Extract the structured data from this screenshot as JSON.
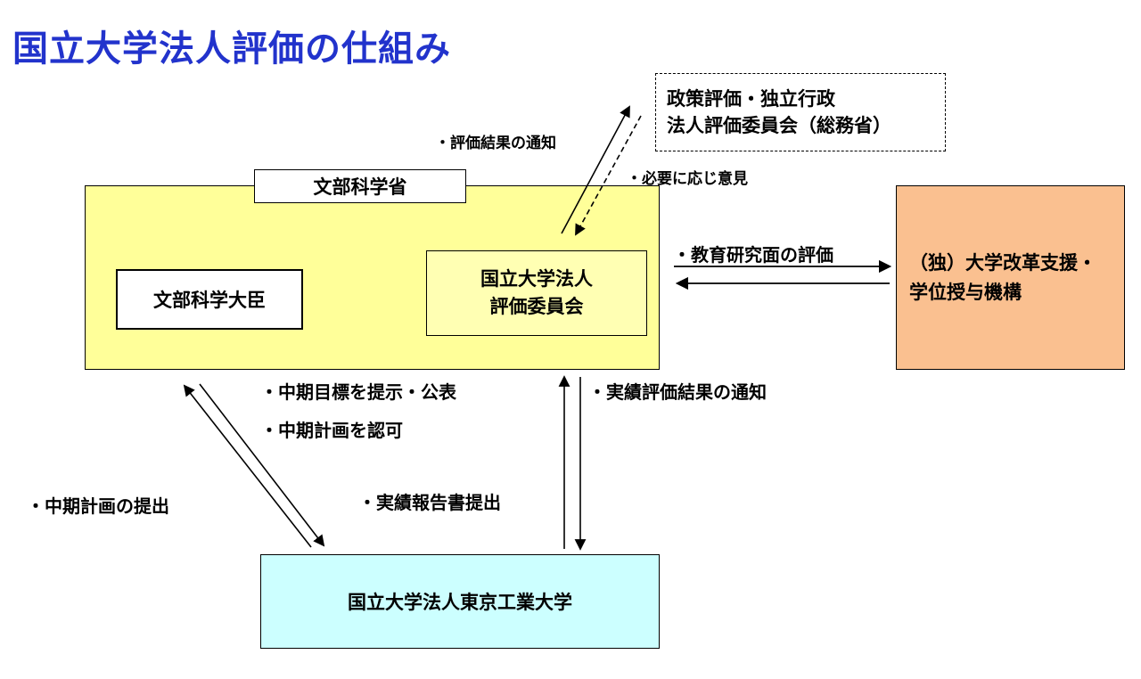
{
  "title": "国立大学法人評価の仕組み",
  "boxes": {
    "soumu": {
      "line1": "政策評価・独立行政",
      "line2": "法人評価委員会（総務省）"
    },
    "mext_area_label": "文部科学省",
    "minister": "文部科学大臣",
    "committee": {
      "line1": "国立大学法人",
      "line2": "評価委員会"
    },
    "niad": {
      "line1": "（独）大学改革支援・",
      "line2": "学位授与機構"
    },
    "titech": "国立大学法人東京工業大学"
  },
  "arrow_labels": {
    "eval_notice": "・評価結果の通知",
    "opinion": "・必要に応じ意見",
    "edu_eval": "・教育研究面の評価",
    "midterm_goal": "・中期目標を提示・公表",
    "midterm_plan_approve": "・中期計画を認可",
    "midterm_plan_submit": "・中期計画の提出",
    "result_notice": "・実績評価結果の通知",
    "report_submit": "・実績報告書提出"
  },
  "colors": {
    "title_blue": "#2233cc",
    "mext_yellow": "#ffff99",
    "committee_yellow": "#ffffb3",
    "niad_orange": "#fac090",
    "titech_cyan": "#ccffff",
    "line_black": "#000000"
  }
}
